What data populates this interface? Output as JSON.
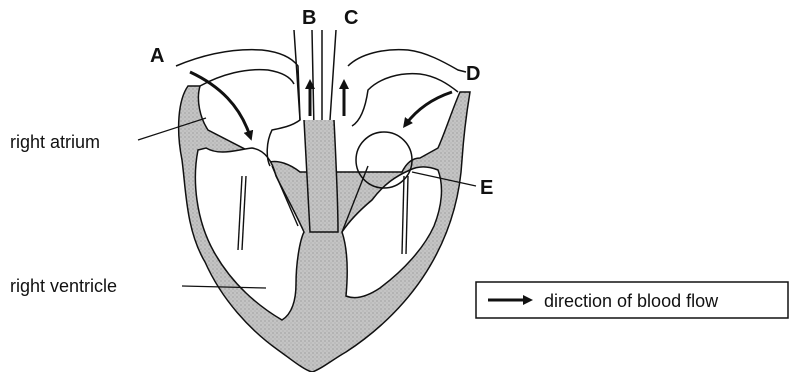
{
  "diagram": {
    "labels": {
      "a": "A",
      "b": "B",
      "c": "C",
      "d": "D",
      "e": "E",
      "right_atrium": "right atrium",
      "right_ventricle": "right ventricle"
    },
    "legend": {
      "text": "direction of blood flow"
    },
    "colors": {
      "wall_fill": "#bdbdbd",
      "outline": "#111111",
      "background": "#ffffff"
    }
  }
}
